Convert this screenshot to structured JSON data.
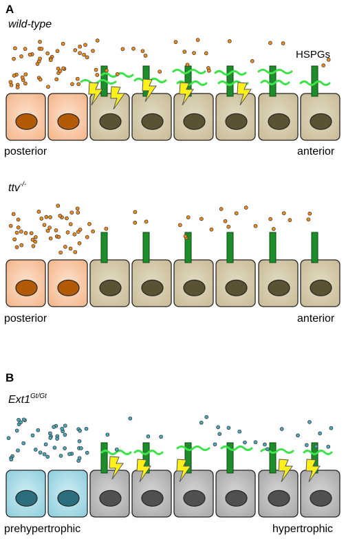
{
  "panel_a": {
    "letter": "A",
    "wild_type": {
      "label": "wild-type",
      "hspg_label": "HSPGs",
      "left_label": "posterior",
      "right_label": "anterior"
    },
    "ttv": {
      "label_base": "ttv",
      "label_sup": "-/-",
      "left_label": "posterior",
      "right_label": "anterior"
    }
  },
  "panel_b": {
    "letter": "B",
    "ext1": {
      "label_base": "Ext1",
      "label_sup": "Gt/Gt",
      "left_label": "prehypertrophic",
      "right_label": "hypertrophic"
    }
  },
  "colors": {
    "source_cell": "#f7c7a3",
    "source_nucleus": "#b35a06",
    "target_cell_a": "#d4c9a8",
    "target_nucleus_a": "#5b5233",
    "ligand_a": "#f08a1a",
    "source_cell_b": "#a9dbe6",
    "source_nucleus_b": "#2b6e7e",
    "target_cell_b": "#bdbdbd",
    "target_nucleus_b": "#505050",
    "ligand_b": "#4aa6b8",
    "receptor": "#1e8c2a",
    "hspg_chain": "#3ee24a",
    "signal_bolt": "#ffef1a"
  }
}
